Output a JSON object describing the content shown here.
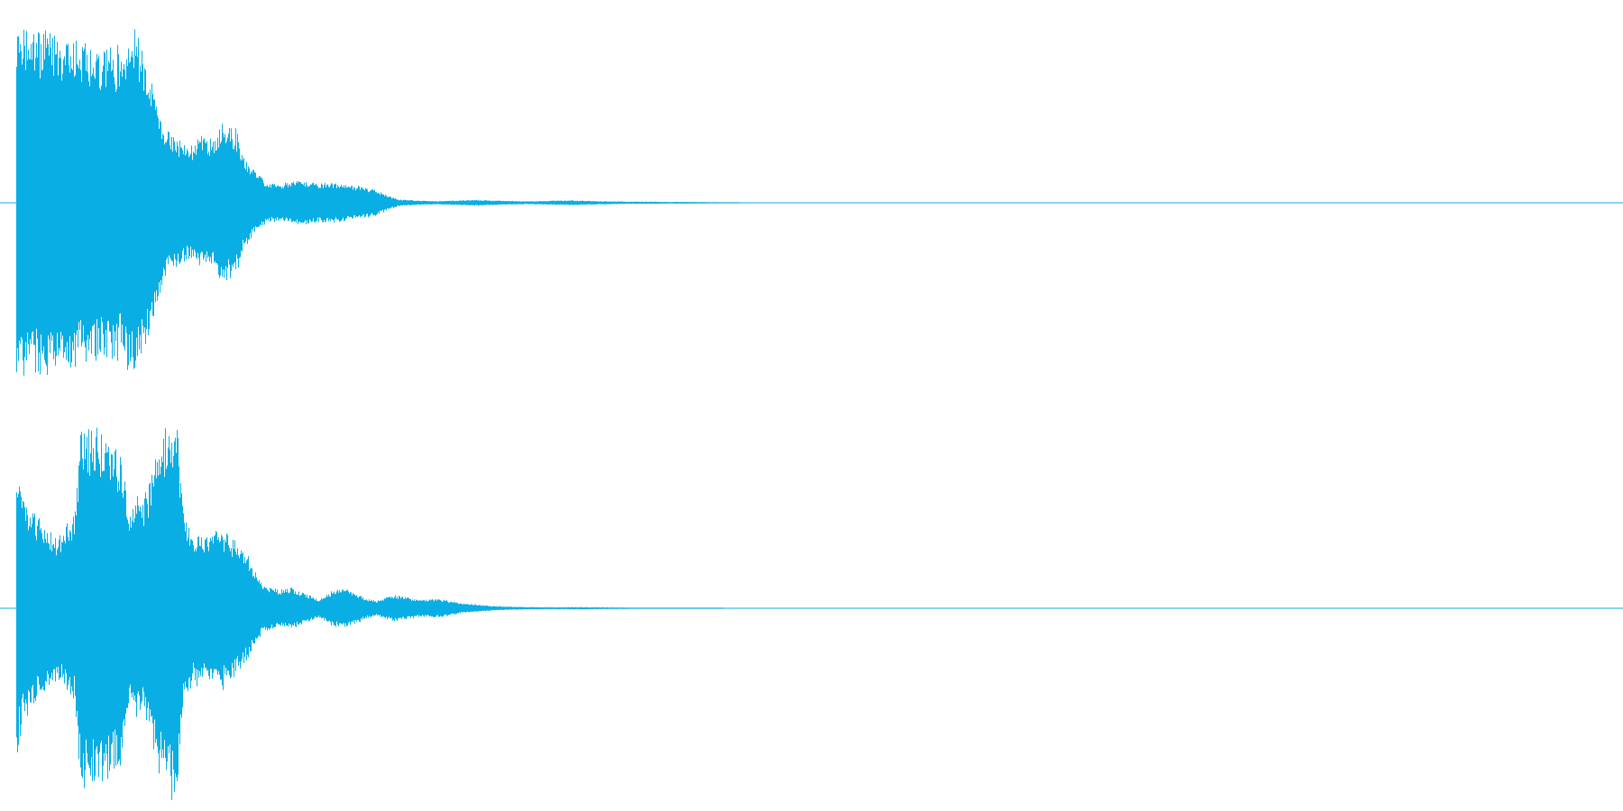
{
  "waveform": {
    "color": "#08aee4",
    "background": "#ffffff",
    "channels": [
      {
        "name": "",
        "envelope": [
          [
            0.0,
            0.96
          ],
          [
            0.004,
            0.96
          ],
          [
            0.012,
            0.94
          ],
          [
            0.02,
            0.95
          ],
          [
            0.028,
            0.9
          ],
          [
            0.036,
            0.88
          ],
          [
            0.044,
            0.88
          ],
          [
            0.052,
            0.84
          ],
          [
            0.06,
            0.86
          ],
          [
            0.066,
            0.8
          ],
          [
            0.072,
            0.96
          ],
          [
            0.078,
            0.88
          ],
          [
            0.083,
            0.7
          ],
          [
            0.088,
            0.55
          ],
          [
            0.092,
            0.43
          ],
          [
            0.098,
            0.36
          ],
          [
            0.104,
            0.33
          ],
          [
            0.11,
            0.32
          ],
          [
            0.116,
            0.38
          ],
          [
            0.122,
            0.33
          ],
          [
            0.128,
            0.45
          ],
          [
            0.134,
            0.42
          ],
          [
            0.138,
            0.36
          ],
          [
            0.142,
            0.25
          ],
          [
            0.148,
            0.18
          ],
          [
            0.156,
            0.11
          ],
          [
            0.164,
            0.1
          ],
          [
            0.172,
            0.12
          ],
          [
            0.18,
            0.12
          ],
          [
            0.188,
            0.11
          ],
          [
            0.196,
            0.11
          ],
          [
            0.204,
            0.1
          ],
          [
            0.212,
            0.09
          ],
          [
            0.22,
            0.08
          ],
          [
            0.226,
            0.06
          ],
          [
            0.232,
            0.035
          ],
          [
            0.238,
            0.018
          ],
          [
            0.25,
            0.012
          ],
          [
            0.262,
            0.009
          ],
          [
            0.274,
            0.012
          ],
          [
            0.286,
            0.016
          ],
          [
            0.298,
            0.012
          ],
          [
            0.31,
            0.009
          ],
          [
            0.322,
            0.008
          ],
          [
            0.334,
            0.012
          ],
          [
            0.346,
            0.013
          ],
          [
            0.358,
            0.01
          ],
          [
            0.37,
            0.008
          ],
          [
            0.382,
            0.006
          ],
          [
            0.394,
            0.006
          ],
          [
            0.406,
            0.005
          ],
          [
            0.418,
            0.005
          ],
          [
            0.43,
            0.004
          ],
          [
            0.44,
            0.003
          ],
          [
            0.45,
            0.0
          ]
        ]
      },
      {
        "name": "",
        "envelope": [
          [
            0.0,
            0.8
          ],
          [
            0.004,
            0.62
          ],
          [
            0.012,
            0.5
          ],
          [
            0.02,
            0.42
          ],
          [
            0.026,
            0.38
          ],
          [
            0.031,
            0.45
          ],
          [
            0.036,
            0.5
          ],
          [
            0.04,
            0.98
          ],
          [
            0.046,
            0.96
          ],
          [
            0.052,
            0.94
          ],
          [
            0.058,
            0.9
          ],
          [
            0.064,
            0.82
          ],
          [
            0.07,
            0.54
          ],
          [
            0.074,
            0.62
          ],
          [
            0.078,
            0.56
          ],
          [
            0.082,
            0.66
          ],
          [
            0.088,
            0.86
          ],
          [
            0.094,
            0.96
          ],
          [
            0.1,
            0.96
          ],
          [
            0.104,
            0.52
          ],
          [
            0.11,
            0.4
          ],
          [
            0.116,
            0.38
          ],
          [
            0.122,
            0.38
          ],
          [
            0.128,
            0.42
          ],
          [
            0.134,
            0.38
          ],
          [
            0.14,
            0.32
          ],
          [
            0.146,
            0.24
          ],
          [
            0.152,
            0.14
          ],
          [
            0.158,
            0.11
          ],
          [
            0.164,
            0.1
          ],
          [
            0.17,
            0.11
          ],
          [
            0.176,
            0.09
          ],
          [
            0.182,
            0.07
          ],
          [
            0.188,
            0.05
          ],
          [
            0.194,
            0.08
          ],
          [
            0.2,
            0.1
          ],
          [
            0.206,
            0.1
          ],
          [
            0.212,
            0.08
          ],
          [
            0.218,
            0.05
          ],
          [
            0.224,
            0.04
          ],
          [
            0.23,
            0.06
          ],
          [
            0.236,
            0.07
          ],
          [
            0.242,
            0.06
          ],
          [
            0.248,
            0.05
          ],
          [
            0.254,
            0.045
          ],
          [
            0.26,
            0.05
          ],
          [
            0.266,
            0.045
          ],
          [
            0.272,
            0.035
          ],
          [
            0.278,
            0.025
          ],
          [
            0.286,
            0.02
          ],
          [
            0.296,
            0.012
          ],
          [
            0.308,
            0.008
          ],
          [
            0.32,
            0.006
          ],
          [
            0.334,
            0.005
          ],
          [
            0.348,
            0.006
          ],
          [
            0.362,
            0.005
          ],
          [
            0.376,
            0.004
          ],
          [
            0.39,
            0.003
          ],
          [
            0.41,
            0.002
          ],
          [
            0.425,
            0.003
          ],
          [
            0.44,
            0.0
          ]
        ]
      }
    ]
  }
}
